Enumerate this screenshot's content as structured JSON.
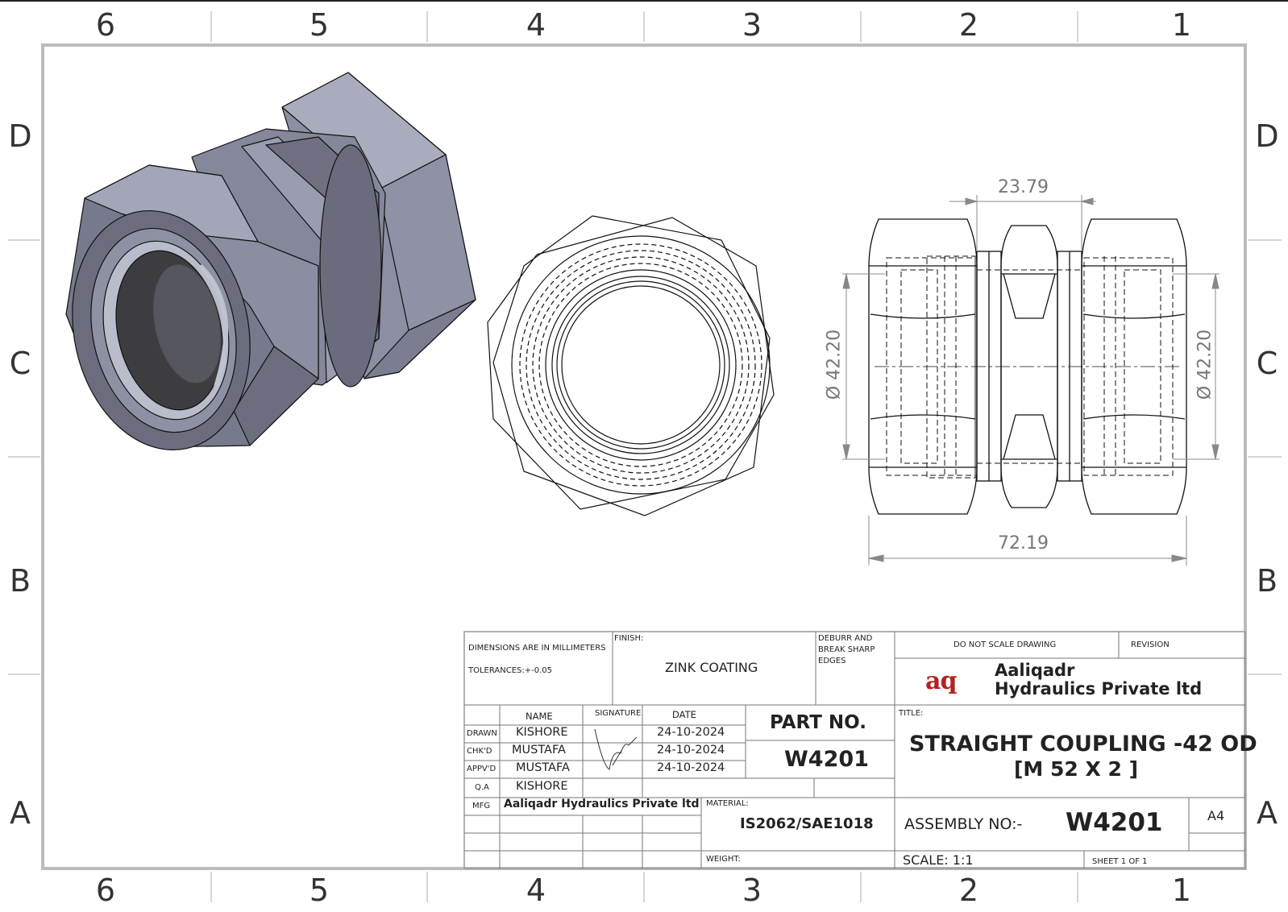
{
  "zones": {
    "columns": [
      "6",
      "5",
      "4",
      "3",
      "2",
      "1"
    ],
    "rows": [
      "D",
      "C",
      "B",
      "A"
    ]
  },
  "dimensions": {
    "hex_width": "23.79",
    "bore_left": "Ø 42.20",
    "bore_right": "Ø 42.20",
    "overall_length": "72.19"
  },
  "title_block": {
    "dims_note": "DIMENSIONS ARE IN MILLIMETERS",
    "tolerances": "TOLERANCES:+-0.05",
    "finish_label": "FINISH:",
    "finish_value": "ZINK COATING",
    "deburr": [
      "DEBURR AND",
      "BREAK SHARP",
      "EDGES"
    ],
    "do_not_scale": "DO NOT SCALE DRAWING",
    "revision_label": "REVISION",
    "company_logo": "aq",
    "company_line1": "Aaliqadr",
    "company_line2": "Hydraulics Private ltd",
    "headers": {
      "name": "NAME",
      "signature": "SIGNATURE",
      "date": "DATE"
    },
    "rows": [
      {
        "role": "DRAWN",
        "name": "KISHORE",
        "date": "24-10-2024"
      },
      {
        "role": "CHK'D",
        "name": "MUSTAFA",
        "date": "24-10-2024"
      },
      {
        "role": "APPV'D",
        "name": "MUSTAFA",
        "date": "24-10-2024"
      },
      {
        "role": "Q.A",
        "name": "KISHORE",
        "date": ""
      }
    ],
    "mfg_label": "MFG",
    "mfg_value": "Aaliqadr Hydraulics Private ltd",
    "part_no_label": "PART NO.",
    "part_no_value": "W4201",
    "title_label": "TITLE:",
    "title_line1": "STRAIGHT COUPLING -42 OD",
    "title_line2": "[M 52 X 2 ]",
    "material_label": "MATERIAL:",
    "material_value": "IS2062/SAE1018",
    "assembly_label": "ASSEMBLY NO:-",
    "assembly_value": "W4201",
    "sheet_size": "A4",
    "weight_label": "WEIGHT:",
    "scale": "SCALE: 1:1",
    "sheet": "SHEET 1 OF 1"
  },
  "colors": {
    "border": "#b8b8b8",
    "line": "#222222",
    "dim": "#888888",
    "metal_light": "#a9acbd",
    "metal_mid": "#8a8ca0",
    "metal_dark": "#5e6070",
    "bore_dark": "#3a3a3e"
  }
}
